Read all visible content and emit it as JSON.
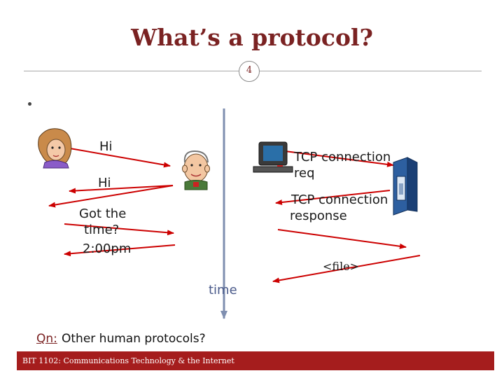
{
  "slide": {
    "title": "What’s a protocol?",
    "page_number": "4"
  },
  "diagram": {
    "human": {
      "hi_1": "Hi",
      "hi_2": "Hi",
      "got_the": "Got the",
      "time_q": "time?",
      "answer": "2:00pm",
      "time_axis": "time"
    },
    "network": {
      "tcp_req_1": "TCP connection",
      "tcp_req_2": "req",
      "tcp_resp_1": "TCP connection",
      "tcp_resp_2": "response",
      "file": "<file>"
    }
  },
  "question": {
    "label": "Qn:",
    "text": "Other human protocols?"
  },
  "footer": {
    "text": "BIT 1102: Communications Technology & the Internet"
  },
  "colors": {
    "title": "#7a2222",
    "arrow": "#cc0000",
    "timeline": "#7f8fb0",
    "footer_bg": "#a51d1d"
  }
}
